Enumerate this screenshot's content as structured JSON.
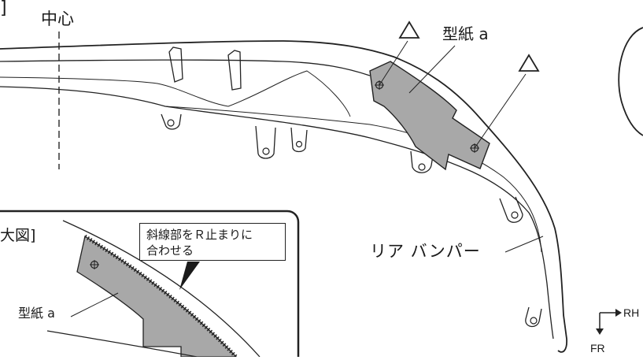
{
  "labels": {
    "center": "中心",
    "pattern_a": "型紙 a",
    "rear_bumper": "リア バンパー",
    "detail_title": "大図]",
    "top_bracket": "]",
    "inset_pattern_a": "型紙 a",
    "callout_line1": "斜線部をＲ止まりに",
    "callout_line2": "合わせる",
    "dir_rh": "RH",
    "dir_fr": "FR"
  },
  "markers": {
    "reference_mark": "triangle-outline"
  },
  "colors": {
    "line": "#222222",
    "pattern_fill": "#a8a8a8",
    "background": "#ffffff"
  }
}
